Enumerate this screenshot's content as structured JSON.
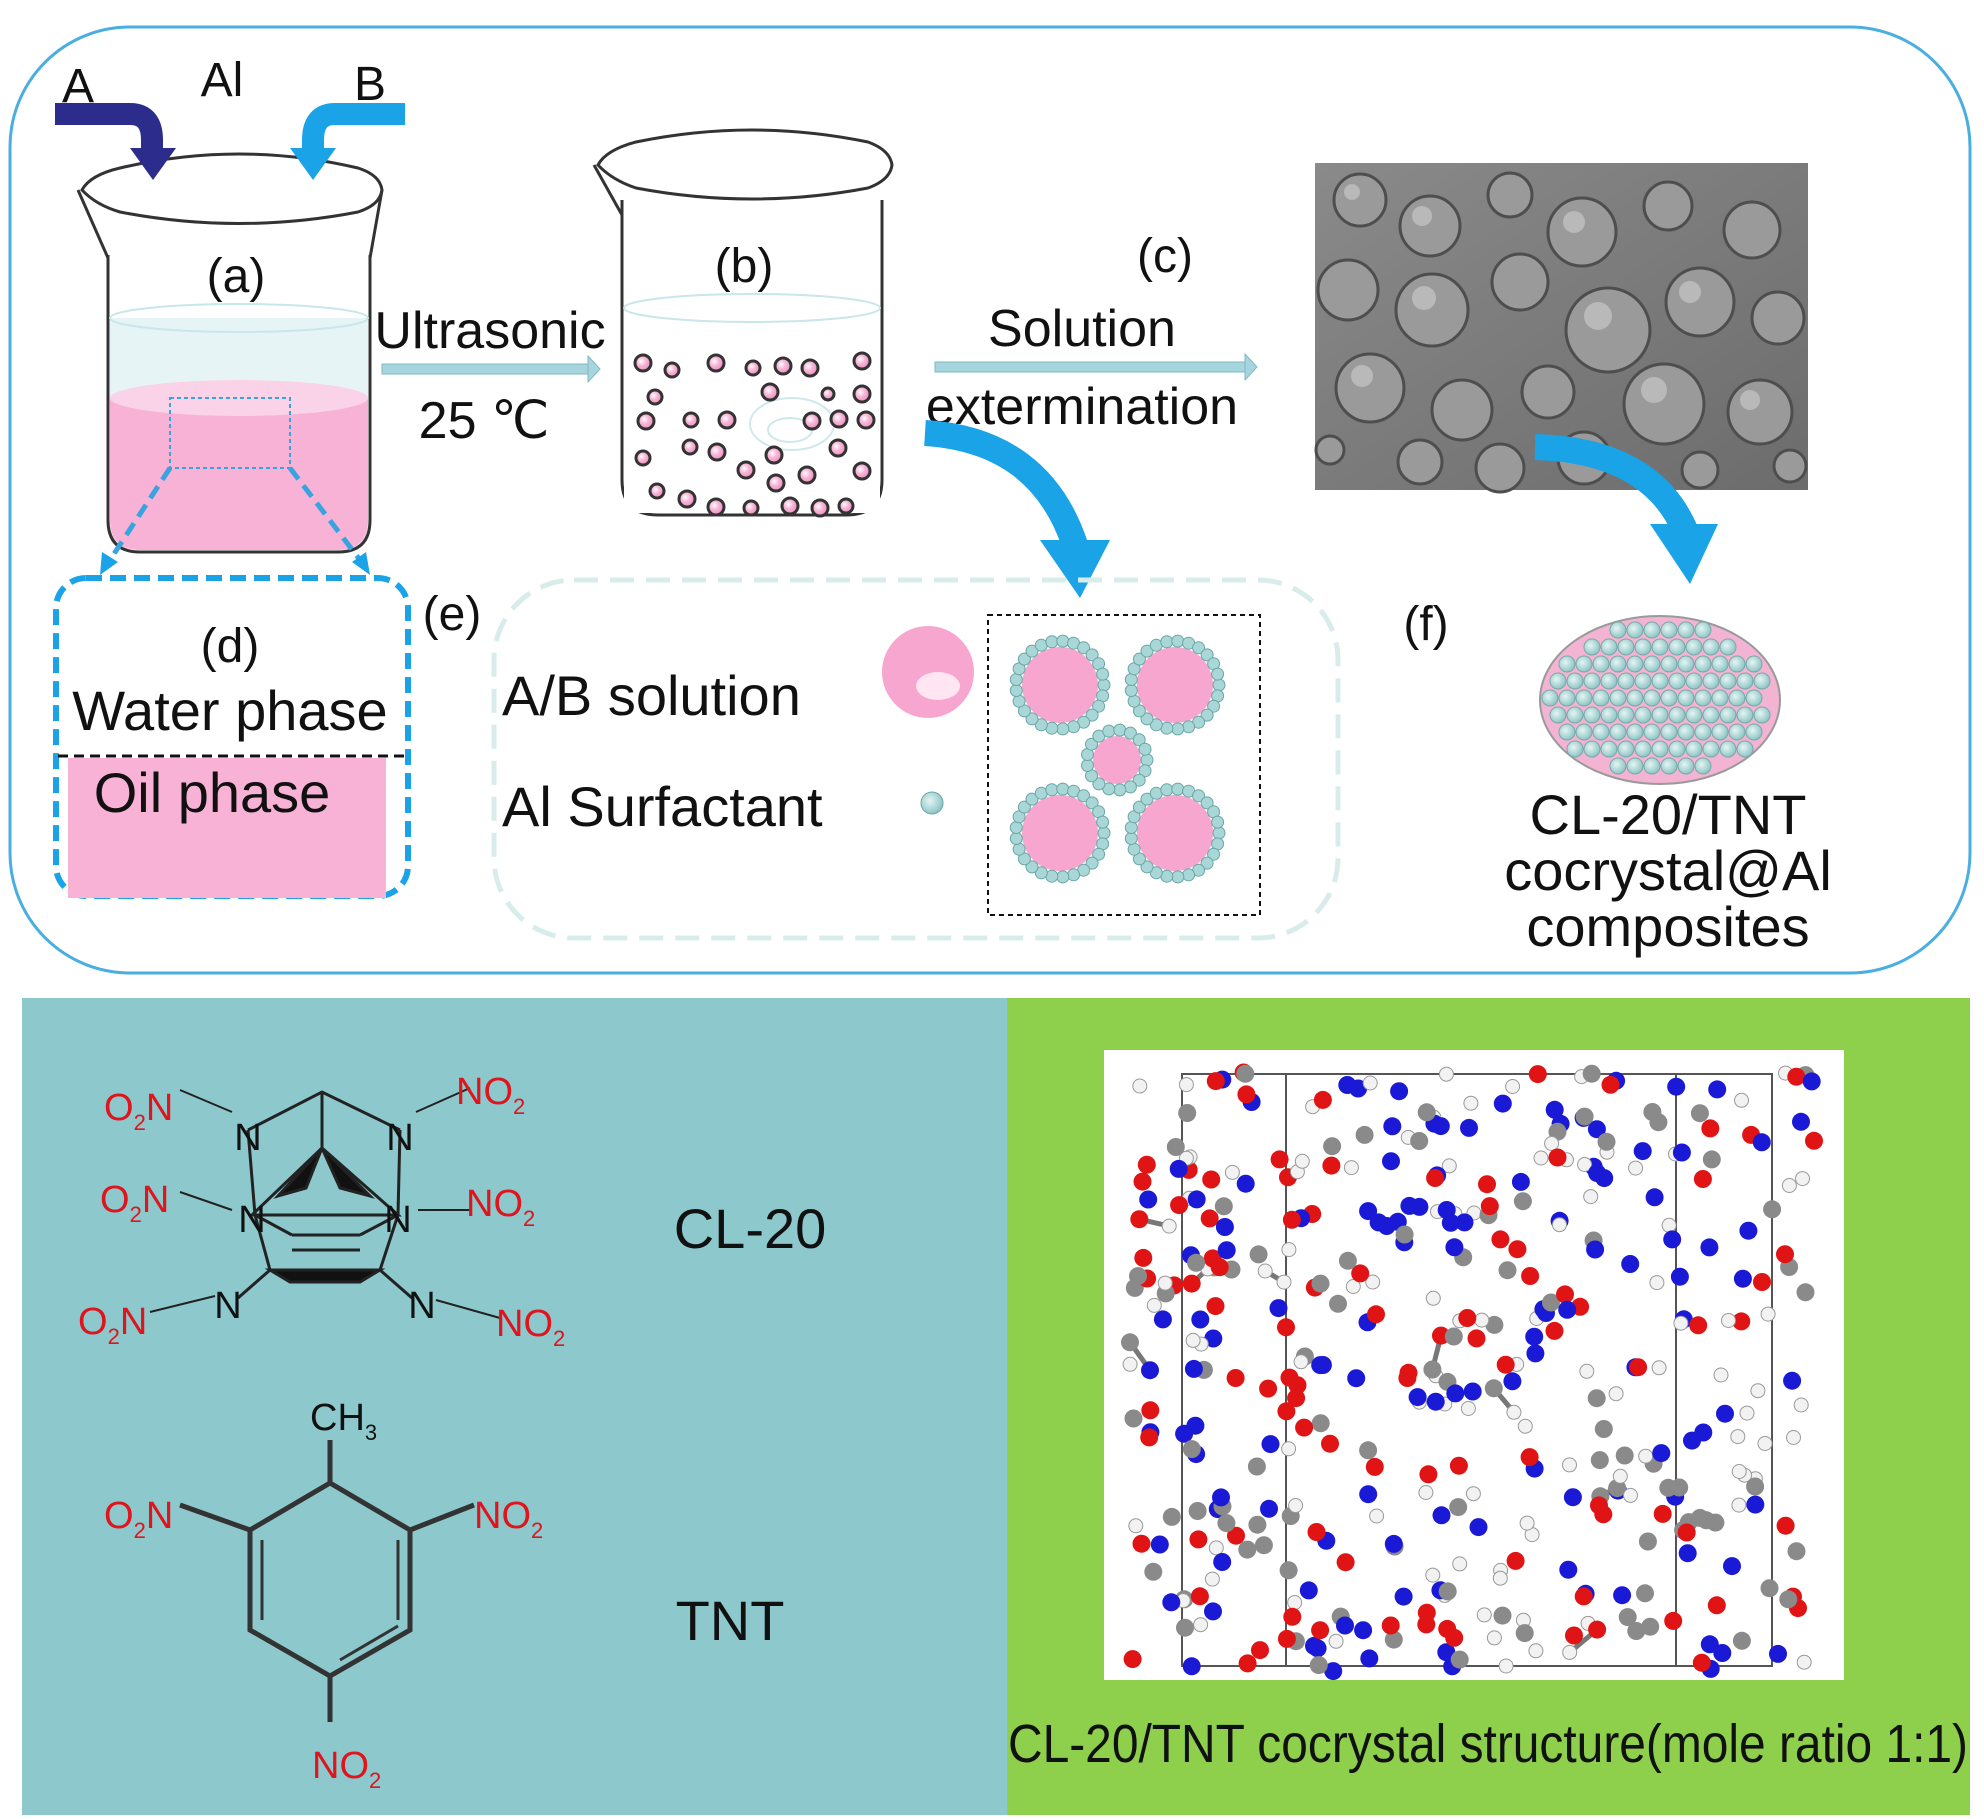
{
  "process": {
    "label_a": "A",
    "label_al": "Al",
    "label_b": "B",
    "panel_a": "(a)",
    "panel_b": "(b)",
    "panel_c": "(c)",
    "panel_d": "(d)",
    "panel_e": "(e)",
    "panel_f": "(f)",
    "step1_line1": "Ultrasonic",
    "step1_line2": "25 ℃",
    "step2_line1": "Solution",
    "step2_line2": "extermination",
    "water_phase": "Water phase",
    "oil_phase": "Oil phase",
    "legend_ab": "A/B solution",
    "legend_al": "Al Surfactant",
    "product_line1": "CL-20/TNT",
    "product_line2": "cocrystal@Al",
    "product_line3": "composites"
  },
  "molecules": {
    "cl20_label": "CL-20",
    "tnt_label": "TNT",
    "n": "N",
    "no2_o": "O",
    "no2_n": "N",
    "sub2": "2",
    "ch3_c": "CH",
    "sub3": "3"
  },
  "crystal": {
    "caption": "CL-20/TNT cocrystal structure(mole ratio 1:1)"
  },
  "colors": {
    "frame_blue": "#4aaee0",
    "arrow_navy": "#2b2c8c",
    "arrow_sky": "#1aa3e6",
    "pink": "#f7b2d6",
    "droplet_shell": "#a9d6d6",
    "teal_bg": "#8cc8cc",
    "green_bg": "#8ed04c",
    "nitro_red": "#e0141c",
    "atom_blue": "#1a1ad6",
    "atom_red": "#e01414",
    "atom_gray": "#8a8a8a",
    "atom_white": "#f2f2f2"
  }
}
